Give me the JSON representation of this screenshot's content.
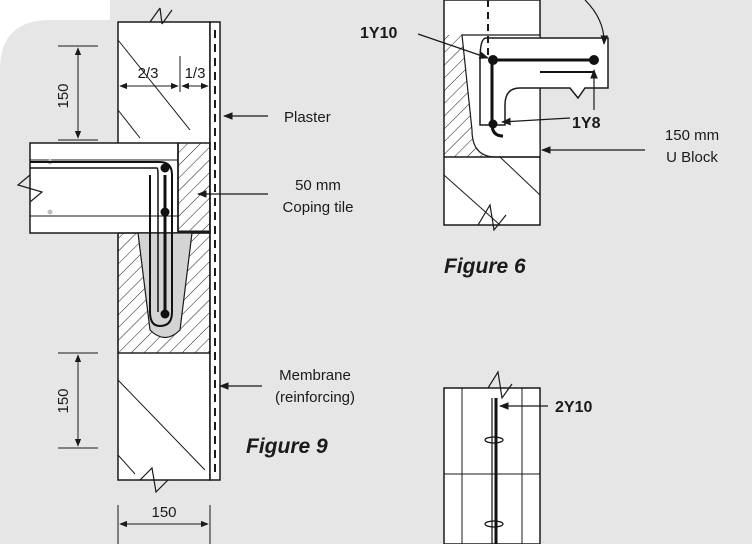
{
  "colors": {
    "background": "#e6e6e6",
    "line": "#1a1a1a",
    "block_fill": "#ffffff",
    "mortar_fill": "#d4d4d4",
    "rebar": "#111111"
  },
  "figure9": {
    "caption": "Figure 9",
    "labels": {
      "plaster": "Plaster",
      "coping_line1": "50 mm",
      "coping_line2": "Coping tile",
      "membrane_line1": "Membrane",
      "membrane_line2": "(reinforcing)"
    },
    "dimensions": {
      "top_height": "150",
      "bottom_height": "150",
      "width": "150",
      "frac_left": "2/3",
      "frac_right": "1/3"
    }
  },
  "figure6": {
    "caption": "Figure 6",
    "labels": {
      "bar_top": "1Y10",
      "bar_bottom": "1Y8",
      "block_line1": "150 mm",
      "block_line2": "U Block"
    }
  },
  "figure_lower": {
    "labels": {
      "bars": "2Y10"
    }
  }
}
